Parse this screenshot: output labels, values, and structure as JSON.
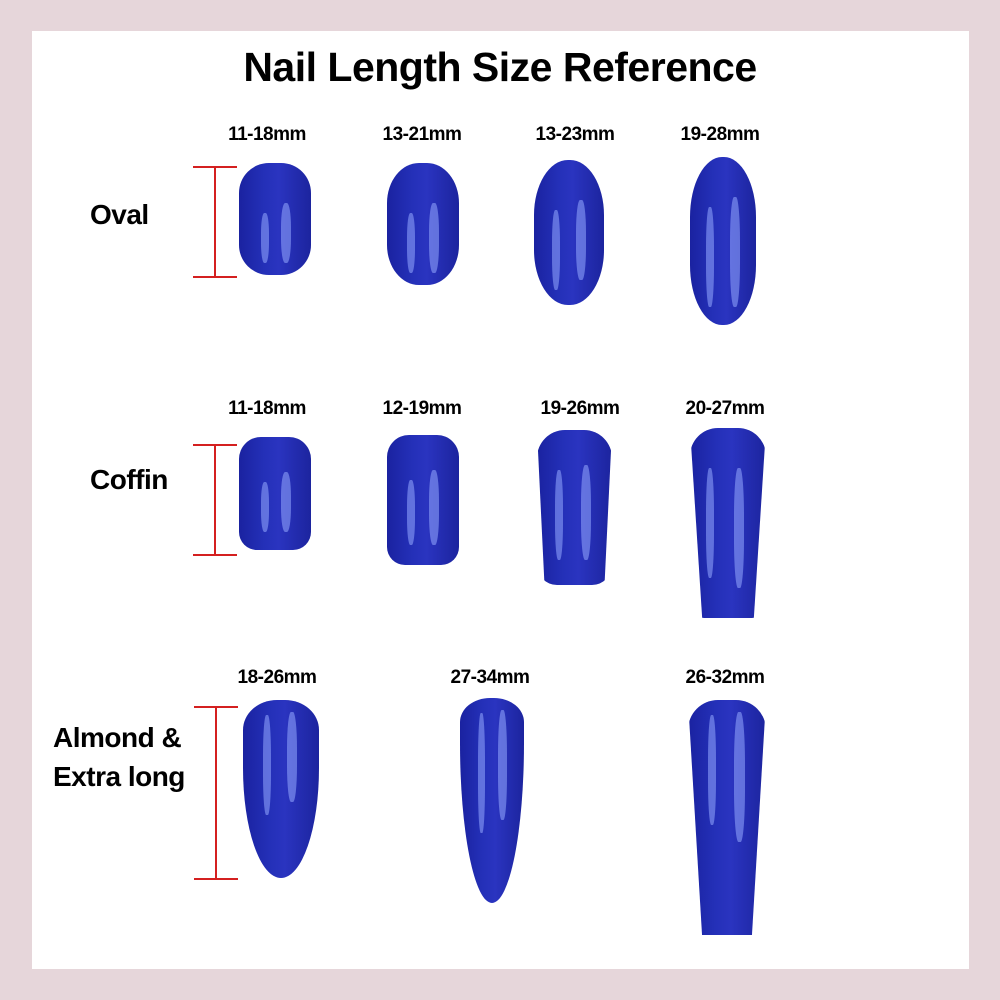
{
  "title": "Nail Length Size Reference",
  "colors": {
    "background": "#e6d6da",
    "card": "#ffffff",
    "nail": "#2430b8",
    "bracket": "#d42020"
  },
  "rows": [
    {
      "label": "Oval",
      "sizes": [
        "11-18mm",
        "13-21mm",
        "13-23mm",
        "19-28mm"
      ]
    },
    {
      "label": "Coffin",
      "sizes": [
        "11-18mm",
        "12-19mm",
        "19-26mm",
        "20-27mm"
      ]
    },
    {
      "label_line1": "Almond &",
      "label_line2": "Extra long",
      "sizes": [
        "18-26mm",
        "27-34mm",
        "26-32mm"
      ]
    }
  ]
}
